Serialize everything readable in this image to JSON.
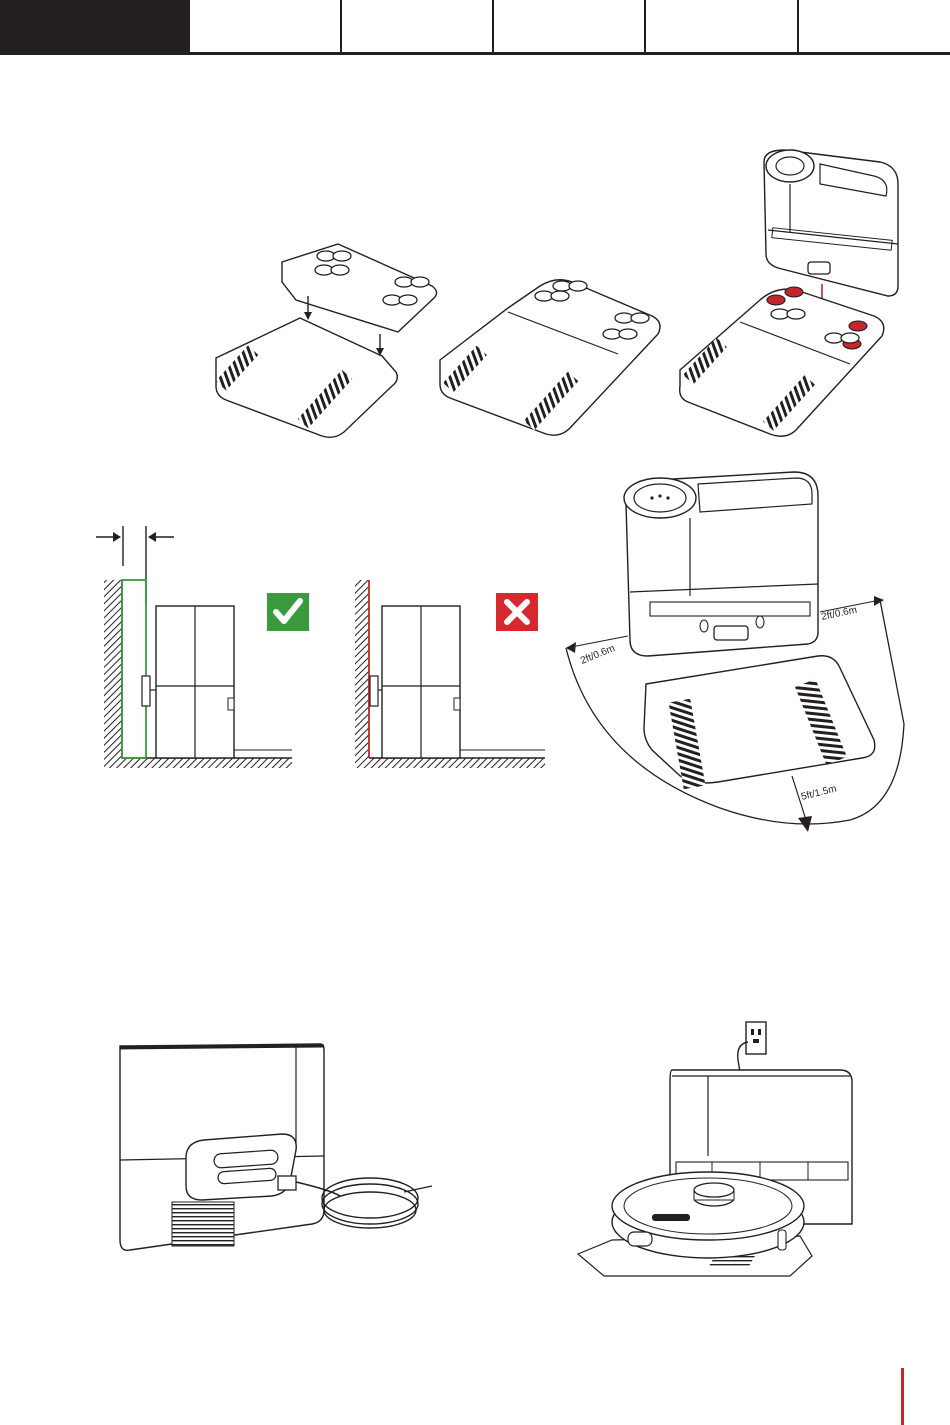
{
  "document": {
    "tabs": [
      "",
      "",
      "",
      "",
      "",
      ""
    ],
    "active_tab": 0,
    "accent_color": "#c1272d",
    "ok_color": "#3a9a3e",
    "error_color": "#d7282f"
  },
  "placement": {
    "left_label": "2ft/0.6m",
    "right_label": "2ft/0.6m",
    "front_label": "5ft/1.5m"
  },
  "icons": {
    "correct": "check-mark-icon",
    "incorrect": "cross-mark-icon"
  }
}
